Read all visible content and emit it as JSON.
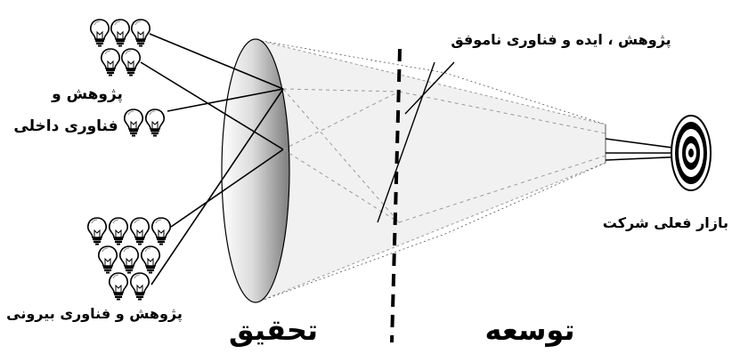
{
  "labels": {
    "internal_line1": "پژوهش و",
    "internal_line2": "فناوری داخلی",
    "external": "پژوهش و فناوری بیرونی",
    "failed": "پژوهش ، ایده و فناوری ناموفق",
    "market": "بازار فعلی شرکت",
    "research": "تحقیق",
    "development": "توسعه"
  },
  "icons": {
    "bulb": "light-bulb-icon",
    "target": "target-icon"
  },
  "colors": {
    "ink": "#000000",
    "funnel_fill": "#e6e6e6",
    "dashed_inner": "#9a9a9a"
  }
}
